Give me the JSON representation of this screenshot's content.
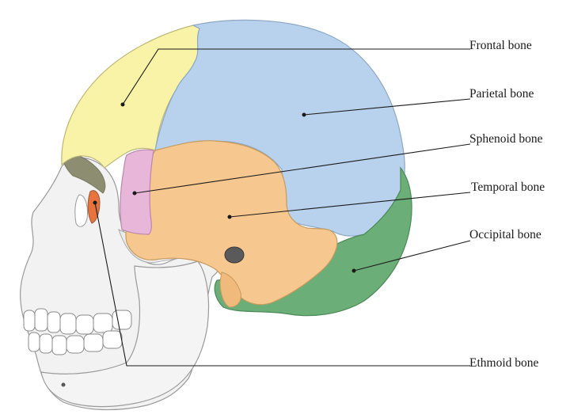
{
  "labels": {
    "frontal": "Frontal bone",
    "parietal": "Parietal bone",
    "sphenoid": "Sphenoid bone",
    "temporal": "Temporal bone",
    "occipital": "Occipital bone",
    "ethmoid": "Ethmoid bone"
  },
  "colors": {
    "frontal": "#f8f3a6",
    "parietal": "#b8d1ec",
    "sphenoid": "#e7b6d8",
    "temporal": "#f6c88f",
    "occipital": "#6bae77",
    "ethmoid": "#e8733c",
    "face": "#f2f2f2",
    "outline": "#9a9a9a"
  }
}
